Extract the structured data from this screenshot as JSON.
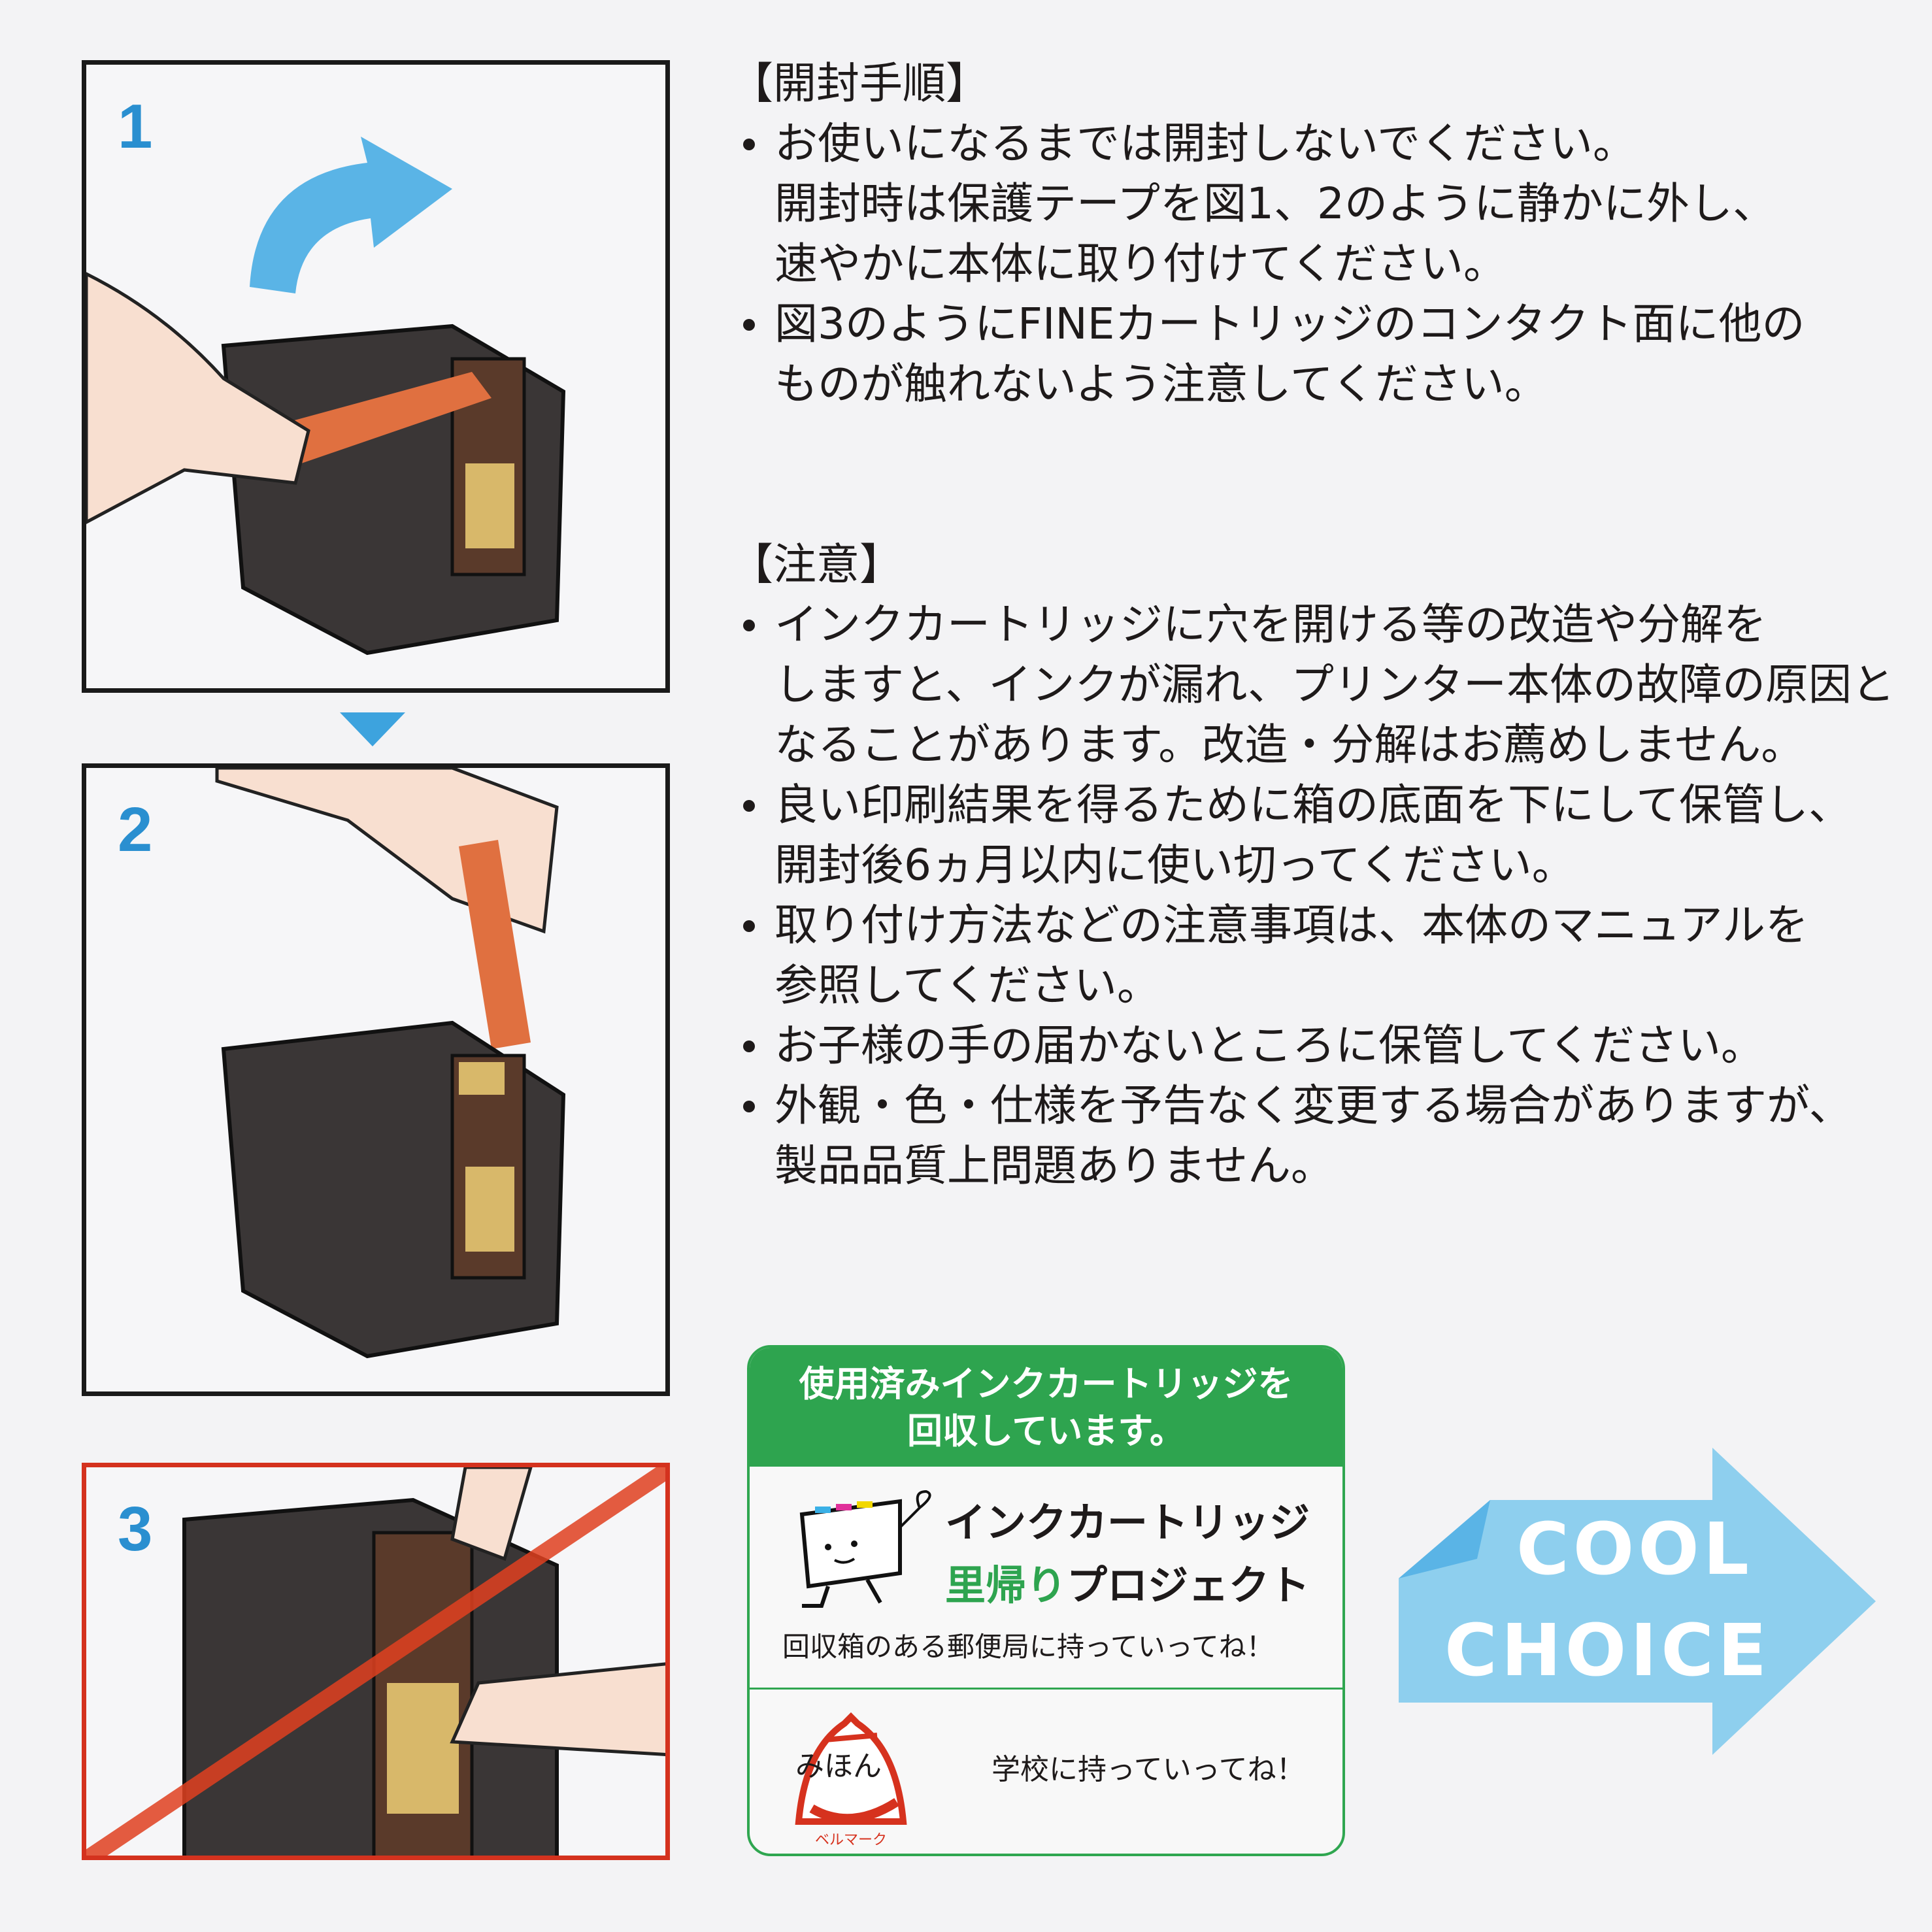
{
  "figures": [
    {
      "number": "1"
    },
    {
      "number": "2"
    },
    {
      "number": "3"
    }
  ],
  "opening": {
    "heading": "【開封手順】",
    "lines": [
      {
        "bullet": true,
        "text": "お使いになるまでは開封しないでください。"
      },
      {
        "bullet": false,
        "text": "開封時は保護テープを図1、2のように静かに外し、"
      },
      {
        "bullet": false,
        "text": "速やかに本体に取り付けてください。"
      },
      {
        "bullet": true,
        "text": "図3のようにFINEカートリッジのコンタクト面に他の"
      },
      {
        "bullet": false,
        "text": "ものが触れないよう注意してください。"
      }
    ]
  },
  "caution": {
    "heading": "【注意】",
    "lines": [
      {
        "bullet": true,
        "text": "インクカートリッジに穴を開ける等の改造や分解を"
      },
      {
        "bullet": false,
        "text": "しますと、インクが漏れ、プリンター本体の故障の原因と"
      },
      {
        "bullet": false,
        "text": "なることがあります。改造・分解はお薦めしません。"
      },
      {
        "bullet": true,
        "text": "良い印刷結果を得るために箱の底面を下にして保管し、"
      },
      {
        "bullet": false,
        "text": "開封後6ヵ月以内に使い切ってください。"
      },
      {
        "bullet": true,
        "text": "取り付け方法などの注意事項は、本体のマニュアルを"
      },
      {
        "bullet": false,
        "text": "参照してください。"
      },
      {
        "bullet": true,
        "text": "お子様の手の届かないところに保管してください。"
      },
      {
        "bullet": true,
        "text": "外観・色・仕様を予告なく変更する場合がありますが、"
      },
      {
        "bullet": false,
        "text": "製品品質上問題ありません。"
      }
    ]
  },
  "recycle": {
    "header_line1": "使用済みインクカートリッジを",
    "header_line2": "回収しています。",
    "project_line1": "インクカートリッジ",
    "project_line2_green": "里帰り",
    "project_line2_black": "プロジェクト",
    "post_office": "回収箱のある郵便局に持っていってね！",
    "bellmark_label": "みほん",
    "bellmark_arc": "ベルマーク",
    "school": "学校に持っていってね！",
    "green": "#2ea44f"
  },
  "cool_choice": {
    "line1": "COOL",
    "line2": "CHOICE",
    "color": "#8ecfee"
  }
}
